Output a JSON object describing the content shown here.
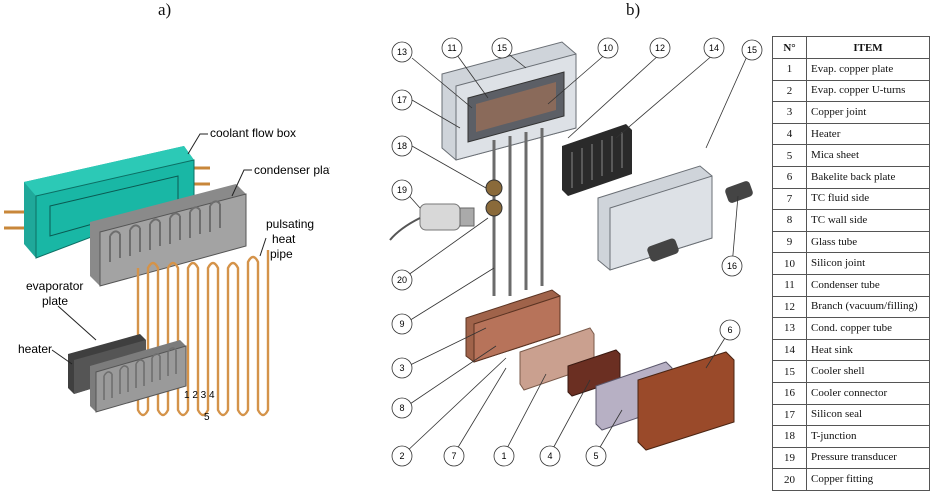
{
  "panels": {
    "a": "a)",
    "b": "b)"
  },
  "diagram_a": {
    "labels": {
      "coolant": "coolant flow box",
      "condenser": "condenser plate",
      "php1": "pulsating",
      "php2": "heat",
      "php3": "pipe",
      "evap1": "evaporator",
      "evap2": "plate",
      "heater": "heater",
      "numbers": "1 2 3 4",
      "five": "5"
    }
  },
  "diagram_b": {
    "callouts": [
      "13",
      "11",
      "15",
      "10",
      "12",
      "14",
      "15",
      "17",
      "18",
      "19",
      "20",
      "9",
      "16",
      "3",
      "6",
      "8",
      "2",
      "7",
      "1",
      "4",
      "5"
    ]
  },
  "table": {
    "headers": [
      "N°",
      "ITEM"
    ],
    "rows": [
      {
        "n": "1",
        "item": "Evap. copper plate"
      },
      {
        "n": "2",
        "item": "Evap. copper U-turns"
      },
      {
        "n": "3",
        "item": "Copper joint"
      },
      {
        "n": "4",
        "item": "Heater"
      },
      {
        "n": "5",
        "item": "Mica sheet"
      },
      {
        "n": "6",
        "item": "Bakelite back plate"
      },
      {
        "n": "7",
        "item": "TC fluid side"
      },
      {
        "n": "8",
        "item": "TC wall side"
      },
      {
        "n": "9",
        "item": "Glass tube"
      },
      {
        "n": "10",
        "item": "Silicon joint"
      },
      {
        "n": "11",
        "item": "Condenser tube"
      },
      {
        "n": "12",
        "item": "Branch (vacuum/filling)"
      },
      {
        "n": "13",
        "item": "Cond. copper tube"
      },
      {
        "n": "14",
        "item": "Heat sink"
      },
      {
        "n": "15",
        "item": "Cooler shell"
      },
      {
        "n": "16",
        "item": "Cooler connector"
      },
      {
        "n": "17",
        "item": "Silicon seal"
      },
      {
        "n": "18",
        "item": "T-junction"
      },
      {
        "n": "19",
        "item": "Pressure transducer"
      },
      {
        "n": "20",
        "item": "Copper fitting"
      }
    ]
  }
}
